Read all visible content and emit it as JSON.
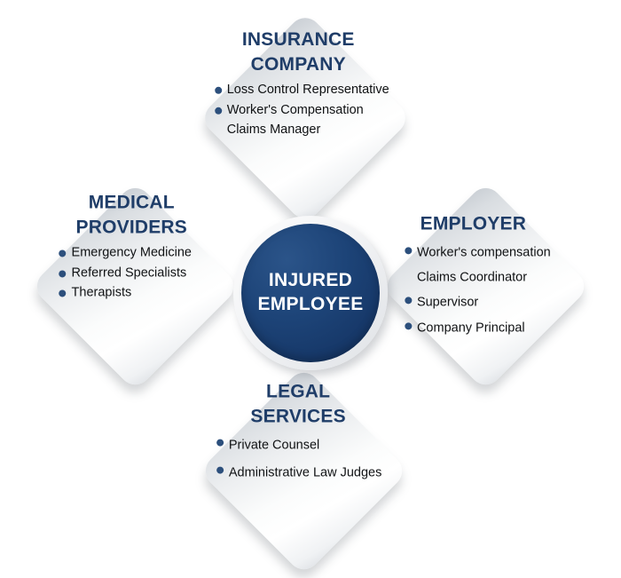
{
  "diagram": {
    "center": {
      "label": "INJURED\nEMPLOYEE",
      "fill_color": "#1d4478",
      "text_color": "#ffffff"
    },
    "theme": {
      "title_color": "#1f3d68",
      "bullet_color": "#2c4f7c",
      "body_color": "#101214",
      "panel_gradient_from": "#c9ced4",
      "panel_gradient_to": "#ffffff",
      "background": "#ffffff"
    },
    "nodes": [
      {
        "id": "insurance",
        "position": "top",
        "title": "INSURANCE\nCOMPANY",
        "items": [
          {
            "text": "Loss Control Representative",
            "bulleted": true
          },
          {
            "text": "Worker's Compensation",
            "bulleted": true
          },
          {
            "text": "Claims Manager",
            "bulleted": false
          }
        ]
      },
      {
        "id": "medical",
        "position": "left",
        "title": "MEDICAL\nPROVIDERS",
        "items": [
          {
            "text": "Emergency Medicine",
            "bulleted": true
          },
          {
            "text": "Referred Specialists",
            "bulleted": true
          },
          {
            "text": "Therapists",
            "bulleted": true
          }
        ]
      },
      {
        "id": "employer",
        "position": "right",
        "title": "EMPLOYER",
        "items": [
          {
            "text": "Worker's compensation",
            "bulleted": true
          },
          {
            "text": "Claims Coordinator",
            "bulleted": false
          },
          {
            "text": "Supervisor",
            "bulleted": true
          },
          {
            "text": "Company Principal",
            "bulleted": true
          }
        ]
      },
      {
        "id": "legal",
        "position": "bottom",
        "title": "LEGAL\nSERVICES",
        "items": [
          {
            "text": "Private Counsel",
            "bulleted": true
          },
          {
            "text": "Administrative Law Judges",
            "bulleted": true
          }
        ]
      }
    ]
  }
}
